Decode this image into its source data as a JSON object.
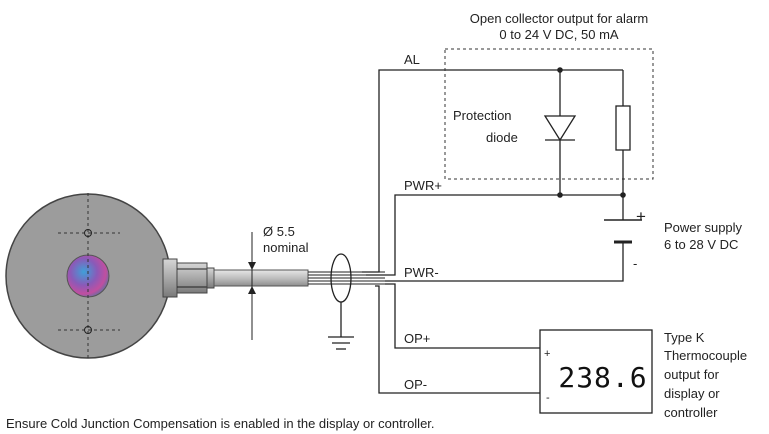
{
  "alarm_output": {
    "title": "Open collector output for alarm",
    "spec": "0 to 24 V DC, 50 mA"
  },
  "protection_diode": {
    "line1": "Protection",
    "line2": "diode"
  },
  "wires": {
    "al": "AL",
    "pwr_plus": "PWR+",
    "pwr_minus": "PWR-",
    "op_plus": "OP+",
    "op_minus": "OP-"
  },
  "power_supply": {
    "plus": "+",
    "minus": "-",
    "line1": "Power supply",
    "line2": "6 to 28 V DC"
  },
  "cable": {
    "diameter": "Ø 5.5",
    "note": "nominal"
  },
  "display": {
    "reading": "238.6",
    "plus": "+",
    "minus": "-"
  },
  "output_label": {
    "line1": "Type K",
    "line2": "Thermocouple",
    "line3": "output for",
    "line4": "display or",
    "line5": "controller"
  },
  "footnote": "Ensure Cold Junction Compensation is enabled in the display or controller."
}
